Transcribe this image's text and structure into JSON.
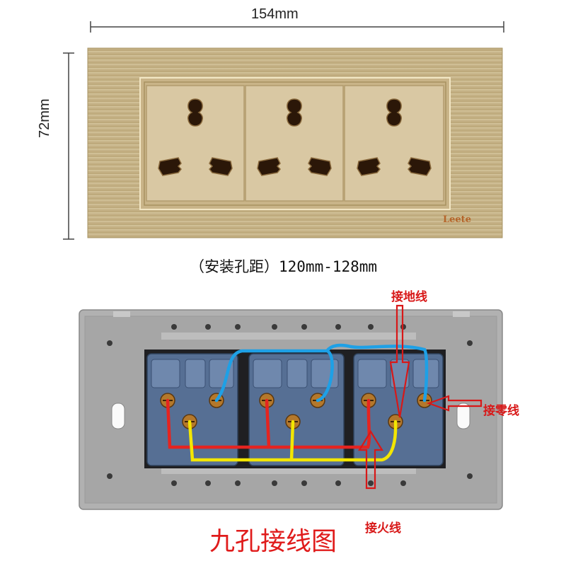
{
  "dimensions": {
    "width_label": "154mm",
    "height_label": "72mm"
  },
  "brand": "Leete",
  "mounting_spacing": "（安装孔距）120mm-128mm",
  "wiring_labels": {
    "ground": "接地线",
    "neutral": "接零线",
    "live": "接火线"
  },
  "caption": "九孔接线图",
  "colors": {
    "panel_gold": "#c8b58c",
    "socket_face": "#d8c6a1",
    "wire_live_red": "#e52420",
    "wire_neutral_blue": "#1ea0e6",
    "wire_ground_yellow": "#f3e600",
    "terminal_block_blue": "#4f6f97",
    "back_plate_gray": "#a9a9a9",
    "annotation_red": "#d81818"
  },
  "socket_count": 3
}
